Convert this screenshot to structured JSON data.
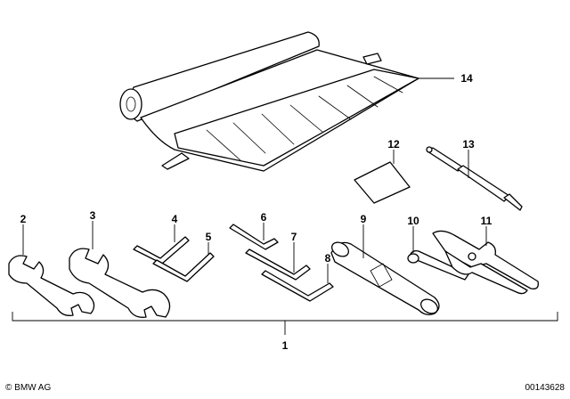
{
  "diagram": {
    "callouts": {
      "1": "1",
      "2": "2",
      "3": "3",
      "4": "4",
      "5": "5",
      "6": "6",
      "7": "7",
      "8": "8",
      "9": "9",
      "10": "10",
      "11": "11",
      "12": "12",
      "13": "13",
      "14": "14"
    }
  },
  "footer": {
    "copyright": "© BMW AG",
    "doc_id": "00143628"
  }
}
